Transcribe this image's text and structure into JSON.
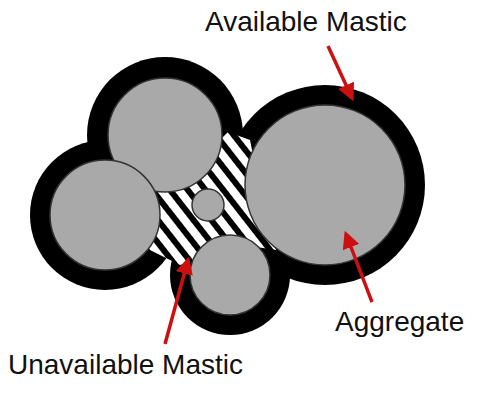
{
  "diagram": {
    "labels": [
      "Available Mastic",
      "Aggregate",
      "Unavailable Mastic"
    ]
  }
}
